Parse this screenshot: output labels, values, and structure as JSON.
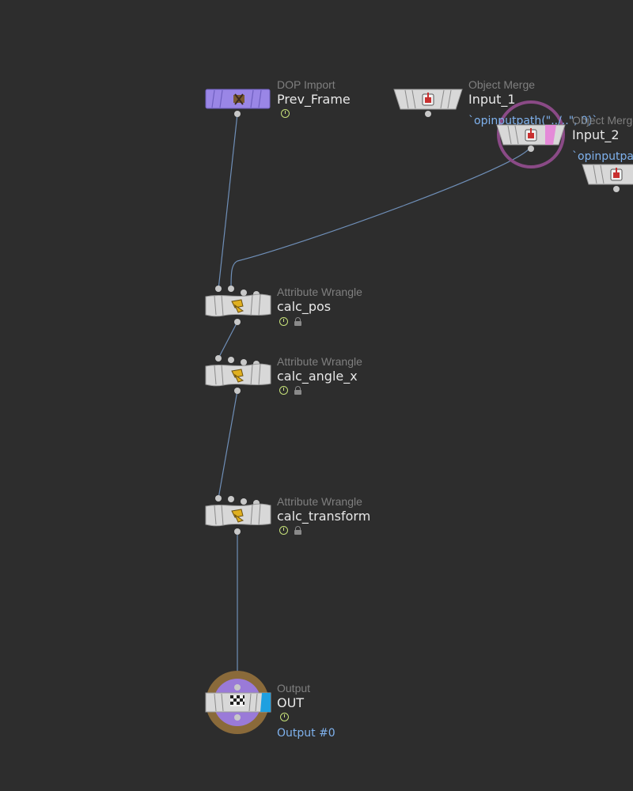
{
  "nodes": {
    "prev_frame": {
      "type": "DOP Import",
      "name": "Prev_Frame"
    },
    "input_1": {
      "type": "Object Merge",
      "name": "Input_1",
      "expr": "`opinputpath(\"../..\", 0)`"
    },
    "input_2": {
      "type": "Object Merge",
      "name": "Input_2",
      "expr": "`opinputpa"
    },
    "calc_pos": {
      "type": "Attribute Wrangle",
      "name": "calc_pos"
    },
    "calc_angle_x": {
      "type": "Attribute Wrangle",
      "name": "calc_angle_x"
    },
    "calc_transform": {
      "type": "Attribute Wrangle",
      "name": "calc_transform"
    },
    "out": {
      "type": "Output",
      "name": "OUT",
      "output_label": "Output #0"
    }
  },
  "colors": {
    "background": "#2d2d2d",
    "wire": "#6f8fb8",
    "dop_node": "#9a86e6",
    "sop_node": "#d8d8d8",
    "selection_ring": "#8a4a86",
    "display_flag": "#55b8e8",
    "template_flag": "#e48ad8",
    "output_ring": "#8a6a3a",
    "output_inner": "#9a7ad8"
  },
  "icons": {
    "dop_import": "dop-import-icon",
    "object_merge": "object-merge-icon",
    "wrangle": "wrangle-icon",
    "output": "checkered-flag-icon"
  }
}
